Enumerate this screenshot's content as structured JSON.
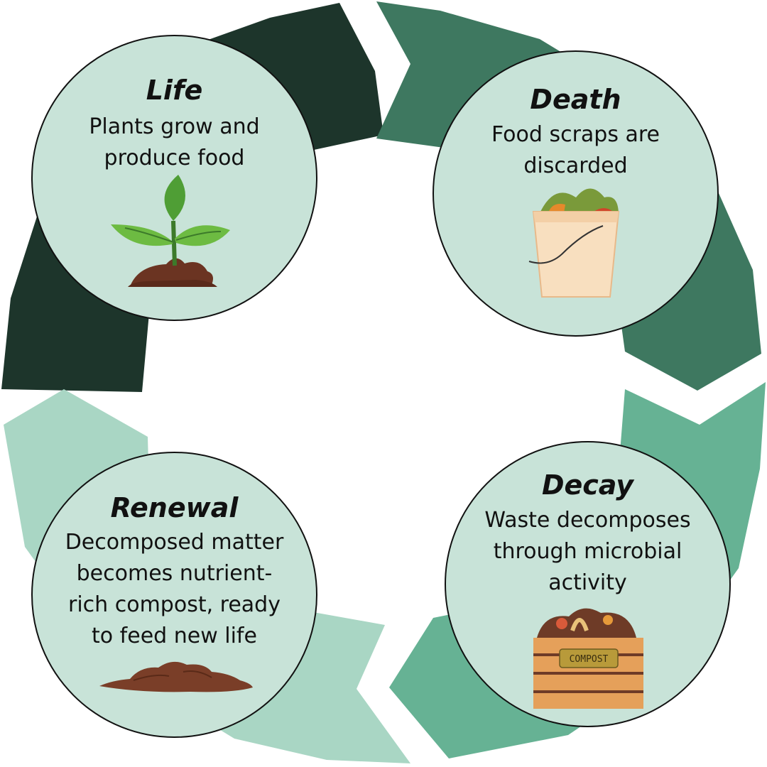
{
  "colors": {
    "arc_life": "#1d352b",
    "arc_death": "#3e7860",
    "arc_decay": "#66b294",
    "arc_renewal": "#a9d6c4",
    "circle_fill": "#c8e3d8",
    "circle_border": "#111111"
  },
  "stages": [
    {
      "title": "Life",
      "description": "Plants grow and\nproduce food",
      "icon": "plant-sprout-icon"
    },
    {
      "title": "Death",
      "description": "Food scraps are\ndiscarded",
      "icon": "scrap-bucket-icon"
    },
    {
      "title": "Decay",
      "description": "Waste decomposes\nthrough microbial\nactivity",
      "icon": "compost-crate-icon",
      "label": "COMPOST"
    },
    {
      "title": "Renewal",
      "description": "Decomposed matter\nbecomes nutrient-\nrich compost, ready\nto feed new life",
      "icon": "compost-pile-icon"
    }
  ]
}
